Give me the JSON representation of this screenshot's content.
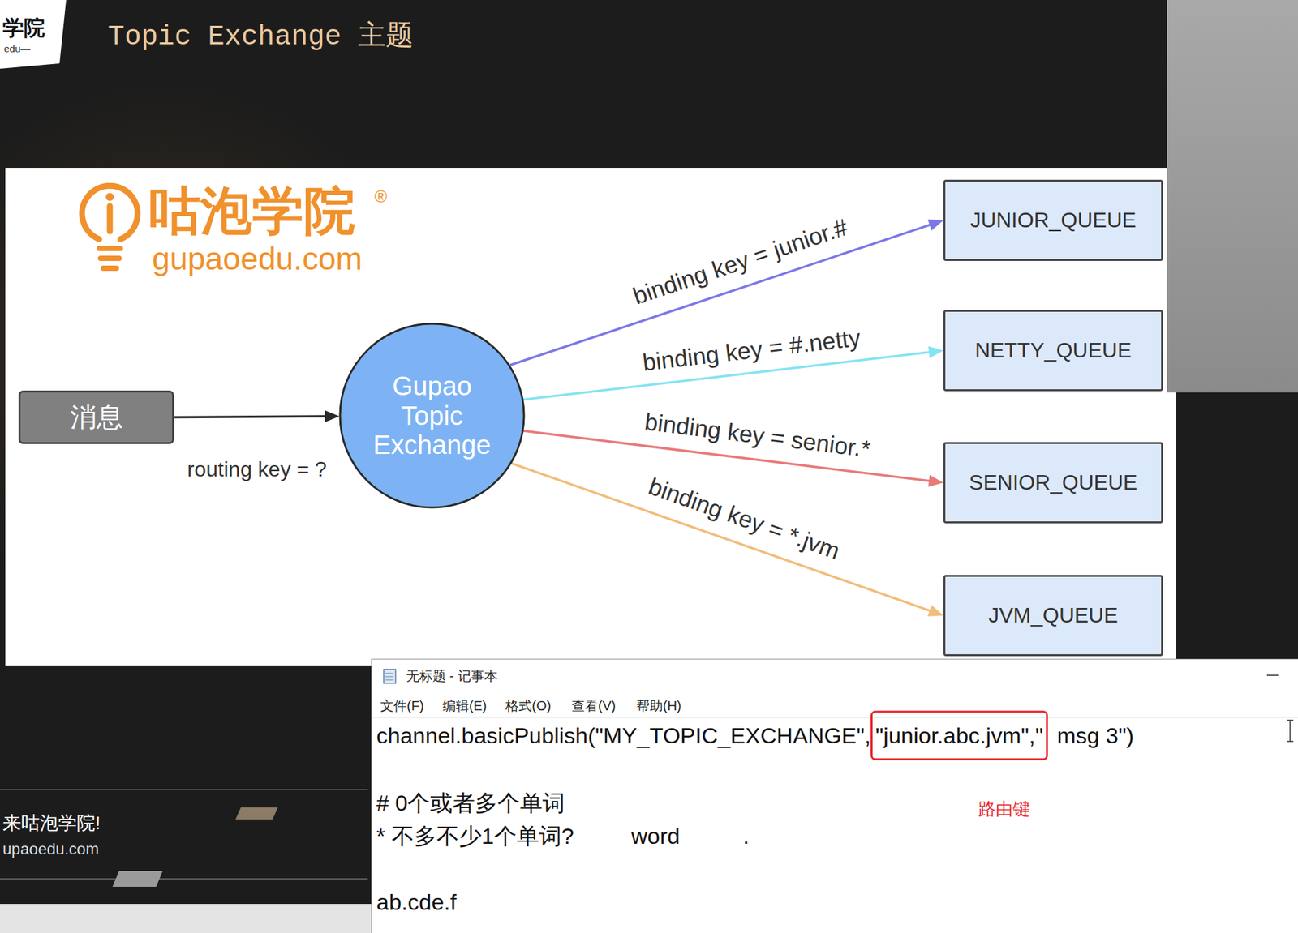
{
  "diagram": {
    "title": "Topic Exchange 主题",
    "nodes": [
      {
        "text": [
          "消息"
        ]
      },
      {
        "text": [
          "Gupao Topic Exchange"
        ]
      },
      {
        "text": [
          "JUNIOR_QUEUE"
        ]
      },
      {
        "text": [
          "NETTY_QUEUE"
        ]
      },
      {
        "text": [
          "SENIOR_QUEUE"
        ]
      },
      {
        "text": [
          "JVM_QUEUE"
        ]
      }
    ],
    "edges": [
      {
        "from": 0,
        "to": 1,
        "arrow": "to",
        "label": "routing key = ?"
      },
      {
        "from": 1,
        "to": 2,
        "arrow": "to",
        "label": "binding key = junior.#"
      },
      {
        "from": 1,
        "to": 3,
        "arrow": "to",
        "label": "binding key = #.netty"
      },
      {
        "from": 1,
        "to": 4,
        "arrow": "to",
        "label": "binding key = senior.*"
      },
      {
        "from": 1,
        "to": 5,
        "arrow": "to",
        "label": "binding key = *.jvm"
      }
    ],
    "labels": [
      "学院",
      "edu—",
      "咕泡学院",
      "®",
      "gupaoedu.com",
      "无标题 - 记事本",
      "文件(F)",
      "编辑(E)",
      "格式(O)",
      "查看(V)",
      "帮助(H)",
      "channel.basicPublish(\"MY_TOPIC_EXCHANGE\",",
      "\"junior.abc.jvm\",\"",
      "msg 3\")",
      "路由键",
      "# 0个或者多个单词",
      "* 不多不少1个单词?",
      "word",
      ".",
      "ab.cde.f",
      "来咕泡学院!",
      "upaoedu.com"
    ]
  }
}
